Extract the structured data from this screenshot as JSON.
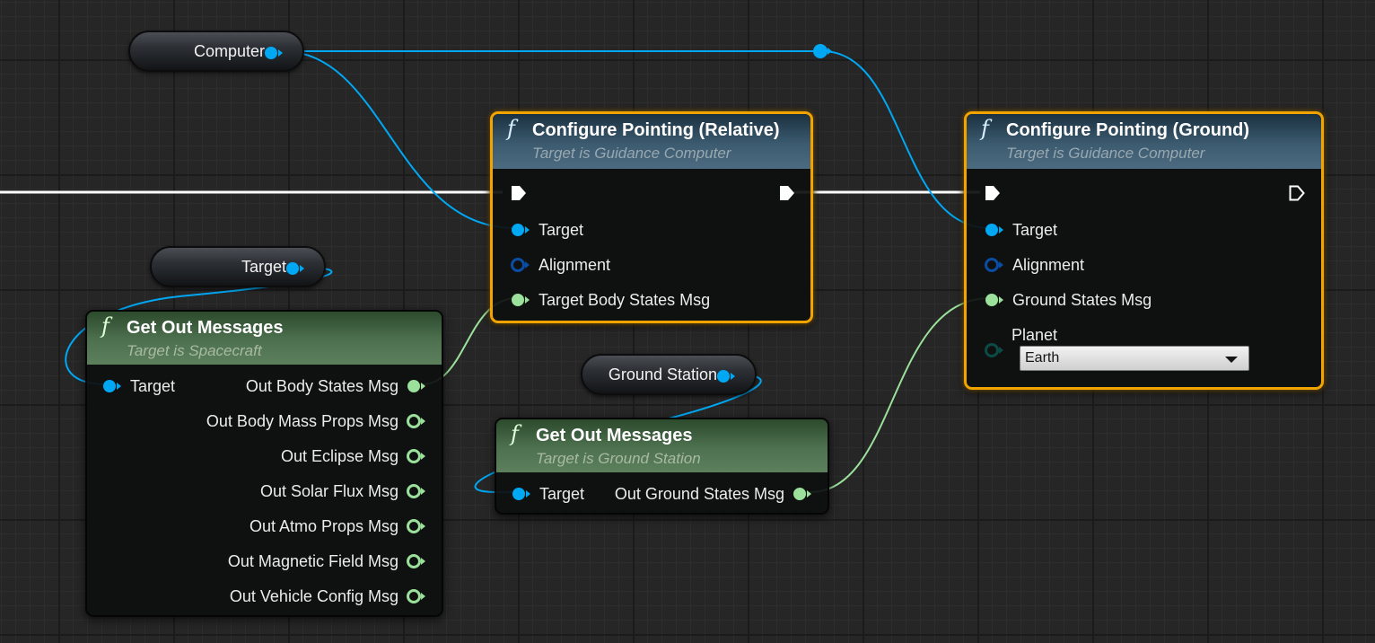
{
  "variables": {
    "computer": "Computer",
    "target": "Target",
    "ground_station": "Ground Station"
  },
  "node_relative": {
    "title": "Configure Pointing (Relative)",
    "subtitle": "Target is Guidance Computer",
    "inputs": [
      "Target",
      "Alignment",
      "Target Body States Msg"
    ]
  },
  "node_ground": {
    "title": "Configure Pointing (Ground)",
    "subtitle": "Target is Guidance Computer",
    "inputs": [
      "Target",
      "Alignment",
      "Ground States Msg"
    ],
    "planet_label": "Planet",
    "planet_value": "Earth"
  },
  "node_sc_msgs": {
    "title": "Get Out Messages",
    "subtitle": "Target is Spacecraft",
    "input": "Target",
    "outputs": [
      "Out Body States Msg",
      "Out Body Mass Props Msg",
      "Out Eclipse Msg",
      "Out Solar Flux Msg",
      "Out Atmo Props Msg",
      "Out Magnetic Field Msg",
      "Out Vehicle Config Msg"
    ]
  },
  "node_gs_msgs": {
    "title": "Get Out Messages",
    "subtitle": "Target is Ground Station",
    "input": "Target",
    "output": "Out Ground States Msg"
  },
  "icons": {
    "function": "function-icon",
    "exec": "exec-pin-icon",
    "object_pin": "object-pin-icon",
    "struct_pin": "struct-pin-icon",
    "dropdown": "chevron-down-icon"
  },
  "colors": {
    "object_pin": "#00a8f4",
    "struct_pin": "#9be19b",
    "enum_pin": "#0a4da3",
    "selection": "#f1a300",
    "exec_wire": "#ffffff"
  }
}
